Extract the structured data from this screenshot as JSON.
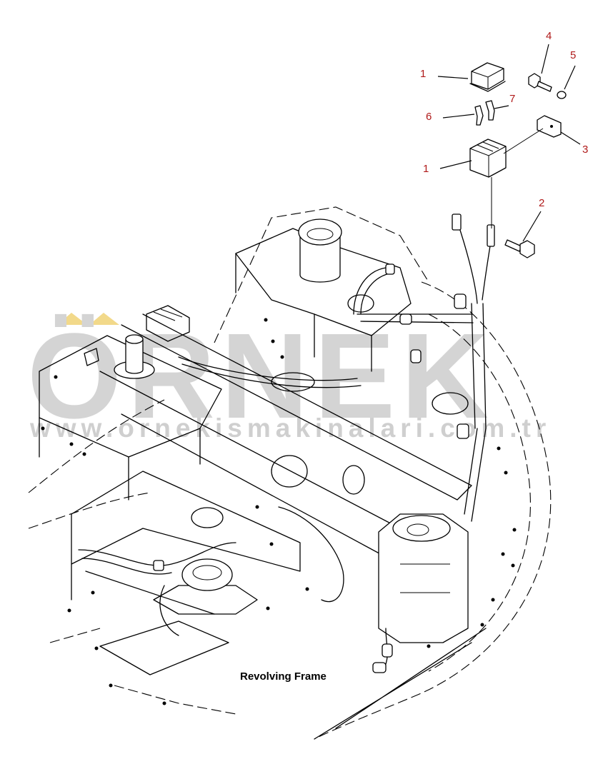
{
  "watermark": {
    "brand": "ÖRNEK",
    "url": "www.ornekismakinalari.com.tr"
  },
  "caption": "Revolving Frame",
  "callouts": [
    {
      "id": "c1a",
      "label": "1"
    },
    {
      "id": "c4",
      "label": "4"
    },
    {
      "id": "c5",
      "label": "5"
    },
    {
      "id": "c7",
      "label": "7"
    },
    {
      "id": "c6",
      "label": "6"
    },
    {
      "id": "c3",
      "label": "3"
    },
    {
      "id": "c1b",
      "label": "1"
    },
    {
      "id": "c2",
      "label": "2"
    }
  ],
  "colors": {
    "callout": "#b01a1a",
    "line": "#000000",
    "watermark": "#d4d4d4",
    "watermark_accent": "#f2d98a"
  }
}
